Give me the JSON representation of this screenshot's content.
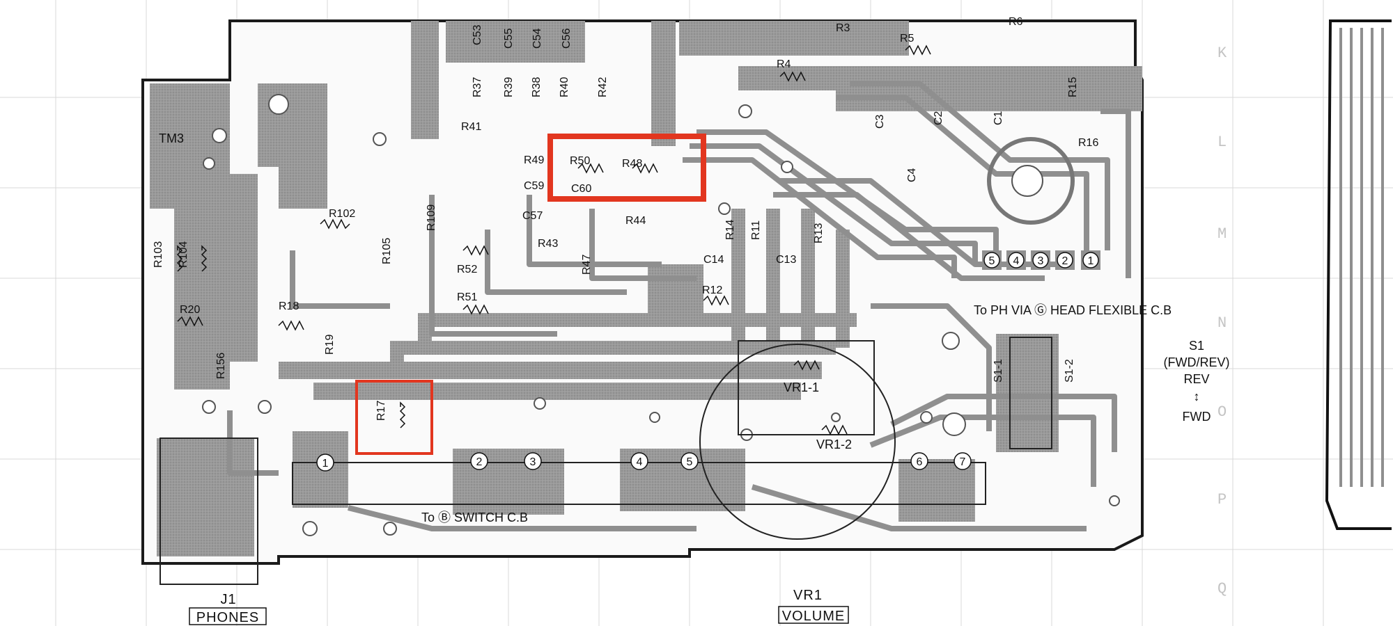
{
  "board": {
    "components": [
      {
        "ref": "TM3",
        "label": "TM3"
      },
      {
        "ref": "R3",
        "label": "R3"
      },
      {
        "ref": "R4",
        "label": "R4"
      },
      {
        "ref": "R5",
        "label": "R5"
      },
      {
        "ref": "R6",
        "label": "R6"
      },
      {
        "ref": "R11",
        "label": "R11"
      },
      {
        "ref": "R12",
        "label": "R12"
      },
      {
        "ref": "R13",
        "label": "R13"
      },
      {
        "ref": "R14",
        "label": "R14"
      },
      {
        "ref": "R15",
        "label": "R15"
      },
      {
        "ref": "R16",
        "label": "R16"
      },
      {
        "ref": "R17",
        "label": "R17"
      },
      {
        "ref": "R18",
        "label": "R18"
      },
      {
        "ref": "R19",
        "label": "R19"
      },
      {
        "ref": "R20",
        "label": "R20"
      },
      {
        "ref": "R37",
        "label": "R37"
      },
      {
        "ref": "R38",
        "label": "R38"
      },
      {
        "ref": "R39",
        "label": "R39"
      },
      {
        "ref": "R40",
        "label": "R40"
      },
      {
        "ref": "R41",
        "label": "R41"
      },
      {
        "ref": "R42",
        "label": "R42"
      },
      {
        "ref": "R43",
        "label": "R43"
      },
      {
        "ref": "R44",
        "label": "R44"
      },
      {
        "ref": "R47",
        "label": "R47"
      },
      {
        "ref": "R48",
        "label": "R48"
      },
      {
        "ref": "R49",
        "label": "R49"
      },
      {
        "ref": "R50",
        "label": "R50"
      },
      {
        "ref": "R51",
        "label": "R51"
      },
      {
        "ref": "R52",
        "label": "R52"
      },
      {
        "ref": "R102",
        "label": "R102"
      },
      {
        "ref": "R103",
        "label": "R103"
      },
      {
        "ref": "R104",
        "label": "R104"
      },
      {
        "ref": "R105",
        "label": "R105"
      },
      {
        "ref": "R109",
        "label": "R109"
      },
      {
        "ref": "R156",
        "label": "R156"
      },
      {
        "ref": "C1",
        "label": "C1"
      },
      {
        "ref": "C2",
        "label": "C2"
      },
      {
        "ref": "C3",
        "label": "C3"
      },
      {
        "ref": "C4",
        "label": "C4"
      },
      {
        "ref": "C13",
        "label": "C13"
      },
      {
        "ref": "C14",
        "label": "C14"
      },
      {
        "ref": "C53",
        "label": "C53"
      },
      {
        "ref": "C54",
        "label": "C54"
      },
      {
        "ref": "C55",
        "label": "C55"
      },
      {
        "ref": "C56",
        "label": "C56"
      },
      {
        "ref": "C57",
        "label": "C57"
      },
      {
        "ref": "C59",
        "label": "C59"
      },
      {
        "ref": "C60",
        "label": "C60"
      },
      {
        "ref": "VR1-1",
        "label": "VR1-1"
      },
      {
        "ref": "VR1-2",
        "label": "VR1-2"
      },
      {
        "ref": "S1-1",
        "label": "S1-1"
      },
      {
        "ref": "S1-2",
        "label": "S1-2"
      }
    ],
    "connector_pins_head": [
      "5",
      "4",
      "3",
      "2",
      "1"
    ],
    "connector_pins_switch": [
      "1",
      "2",
      "3",
      "4",
      "5",
      "6",
      "7"
    ],
    "notes": {
      "head_flexible": "To PH VIA Ⓖ HEAD FLEXIBLE C.B",
      "switch_cb": "To Ⓑ SWITCH C.B"
    },
    "s1_legend": {
      "title": "S1",
      "subtitle": "(FWD/REV)",
      "rev": "REV",
      "arrow": "↕",
      "fwd": "FWD"
    },
    "footer_labels": [
      {
        "ref": "J1",
        "caption": "PHONES"
      },
      {
        "ref": "VR1",
        "caption": "VOLUME"
      }
    ],
    "grid_rows": [
      "K",
      "L",
      "M",
      "N",
      "O",
      "P",
      "Q"
    ],
    "highlight_color": "#e2361f",
    "copper_color": "#8f8f8f",
    "outline_color": "#1a1a1a"
  }
}
